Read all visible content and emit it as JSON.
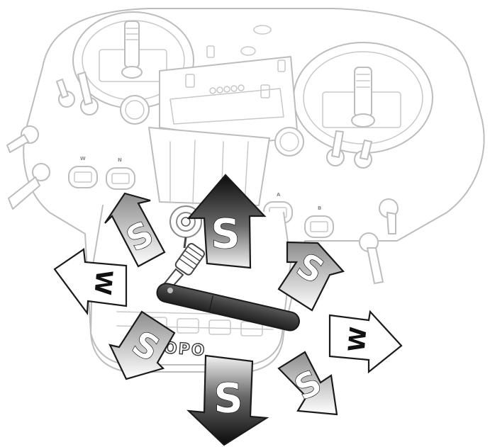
{
  "figure": {
    "brand_text": "ROPO",
    "switch_labels": [
      "W",
      "N",
      "A",
      "B"
    ],
    "arrows": [
      {
        "id": "s-up",
        "letter": "S",
        "shade": "dark"
      },
      {
        "id": "s-down",
        "letter": "S",
        "shade": "dark"
      },
      {
        "id": "s-upper-left",
        "letter": "S",
        "shade": "light"
      },
      {
        "id": "s-upper-right",
        "letter": "S",
        "shade": "light"
      },
      {
        "id": "s-lower-left",
        "letter": "S",
        "shade": "light"
      },
      {
        "id": "s-lower-right",
        "letter": "S",
        "shade": "light"
      },
      {
        "id": "w-left",
        "letter": "W",
        "shade": "white"
      },
      {
        "id": "w-right",
        "letter": "W",
        "shade": "white"
      }
    ],
    "colors": {
      "outline": "#bdbdbd",
      "arrow_dark": "#111111",
      "arrow_light": "#f2f2f2",
      "antenna": "#3a3a3a"
    }
  }
}
